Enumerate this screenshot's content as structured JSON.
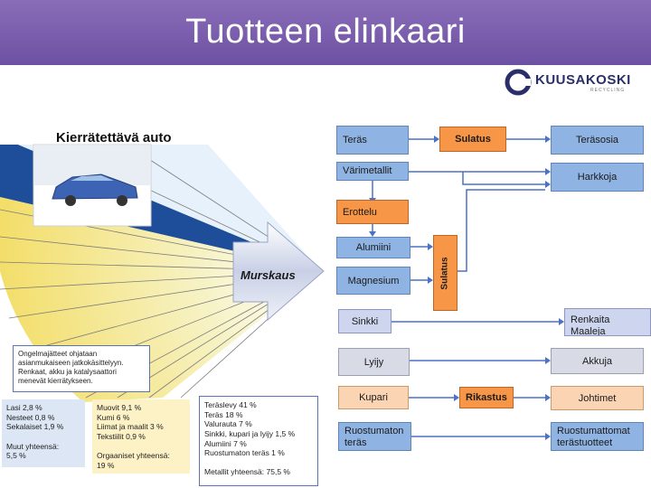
{
  "title": "Tuotteen elinkaari",
  "logo": {
    "name": "KUUSAKOSKI",
    "tagline": "RECYCLING"
  },
  "left": {
    "heading": "Kierrätettävä auto",
    "crush_label": "Murskaus",
    "note": "Ongelmajätteet ohjataan asianmukaiseen jatkokäsittelyyn. Renkaat, akku ja katalysaattori menevät kierrätykseen.",
    "stats": {
      "box1": "Lasi 2,8 %\nNesteet 0,8 %\nSekalaiset 1,9 %\n\nMuut yhteensä:\n5,5 %",
      "box2": "Muovit 9,1 %\nKumi 6 %\nLiimat ja maalit 3 %\nTekstiilit 0,9 %\n\nOrgaaniset yhteensä:\n19 %",
      "box3": "Teräslevy 41 %\nTeräs 18 %\nValurauta 7 %\nSinkki, kupari ja lyijy 1,5 %\nAlumiini 7 %\nRuostumaton teräs 1 %\n\nMetallit yhteensä: 75,5 %"
    }
  },
  "flow": {
    "inputs": {
      "teras": "Teräs",
      "varimetallit": "Värimetallit",
      "erottelu": "Erottelu",
      "alumiini": "Alumiini",
      "magnesium": "Magnesium",
      "sinkki": "Sinkki",
      "lyijy": "Lyijy",
      "kupari": "Kupari",
      "ruostumaton": "Ruostumaton teräs"
    },
    "processes": {
      "sulatus_top": "Sulatus",
      "sulatus_vertical": "Sulatus",
      "rikastus": "Rikastus"
    },
    "outputs": {
      "terasosia": "Teräsosia",
      "harkkoja": "Harkkoja",
      "renkaita": "Renkaita\nMaaleja",
      "akkuja": "Akkuja",
      "johtimet": "Johtimet",
      "ruostumattomat": "Ruostumattomat terästuotteet"
    }
  },
  "pie_colors": [
    "#1e4e9a",
    "#dceefa",
    "#f6e57a"
  ]
}
